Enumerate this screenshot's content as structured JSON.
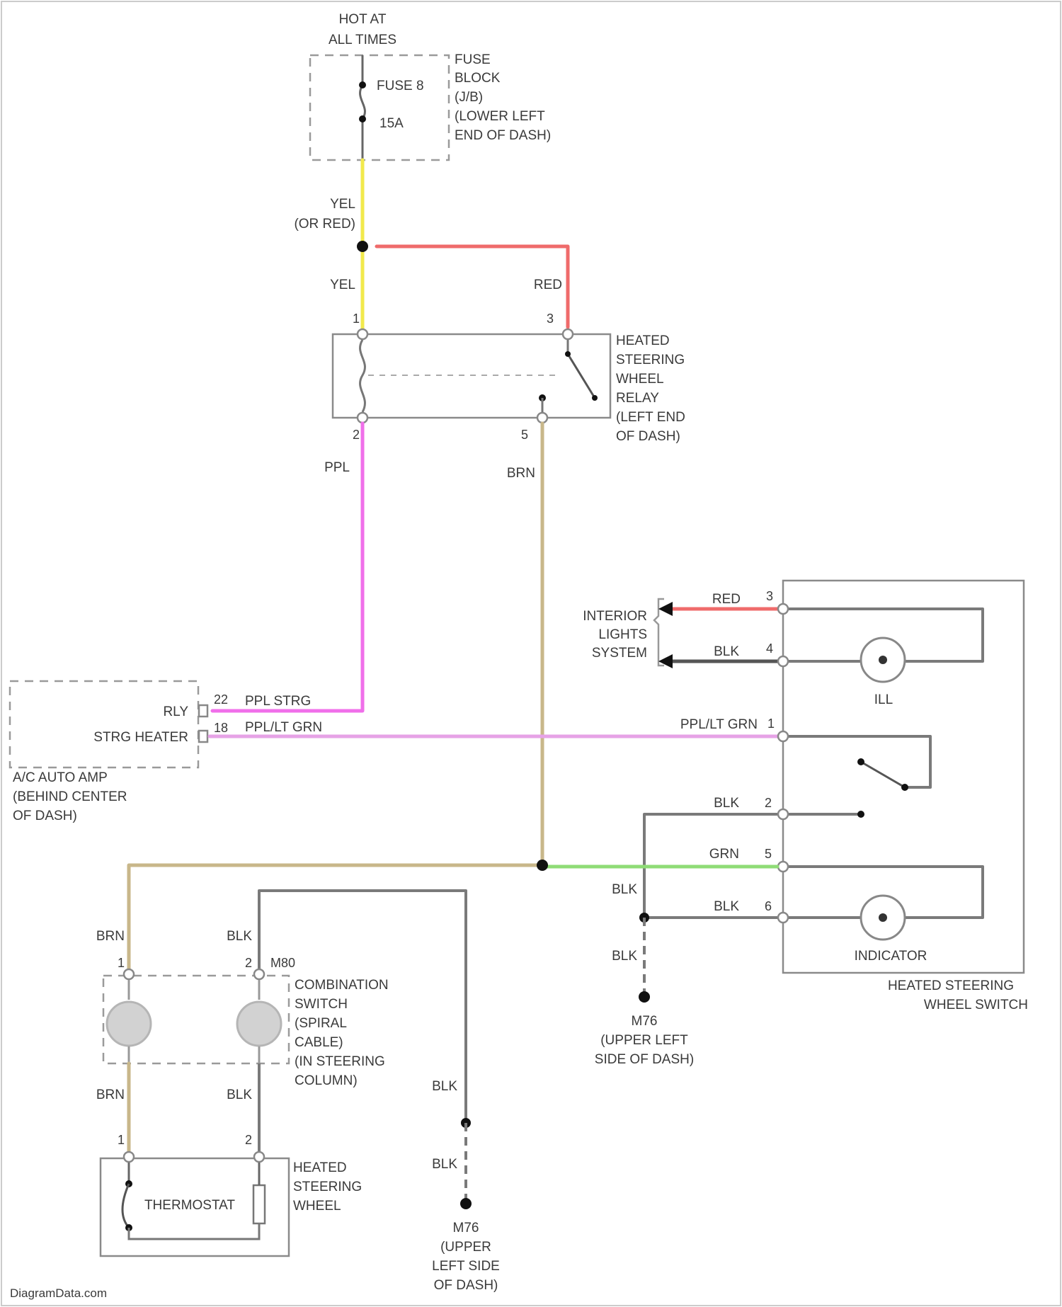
{
  "power_source": {
    "line1": "HOT AT",
    "line2": "ALL TIMES"
  },
  "fuse": {
    "name": "FUSE 8",
    "rating": "15A"
  },
  "fuse_block": {
    "lines": [
      "FUSE",
      "BLOCK",
      "(J/B)",
      "(LOWER LEFT",
      "END OF DASH)"
    ]
  },
  "wires": {
    "yel_or_red": {
      "line1": "YEL",
      "line2": "(OR RED)"
    },
    "yel": "YEL",
    "red": "RED",
    "ppl": "PPL",
    "brn": "BRN",
    "ppl_strg": "PPL STRG",
    "ppl_lt_grn": "PPL/LT GRN",
    "red_int": "RED",
    "blk_int": "BLK",
    "ppl_lt_grn_sw": "PPL/LT GRN",
    "blk_2": "BLK",
    "grn_5": "GRN",
    "blk_6": "BLK",
    "blk_splice": "BLK",
    "blk_ground": "BLK",
    "brn_left": "BRN",
    "blk_top": "BLK",
    "brn_lower": "BRN",
    "blk_lower": "BLK",
    "blk_right": "BLK",
    "blk_right2": "BLK"
  },
  "relay": {
    "lines": [
      "HEATED",
      "STEERING",
      "WHEEL",
      "RELAY",
      "(LEFT END",
      "OF DASH)"
    ],
    "pins": {
      "p1": "1",
      "p2": "2",
      "p3": "3",
      "p5": "5"
    }
  },
  "interior_lights": {
    "lines": [
      "INTERIOR",
      "LIGHTS",
      "SYSTEM"
    ]
  },
  "switch": {
    "lines": [
      "HEATED STEERING",
      "WHEEL SWITCH"
    ],
    "pins": {
      "p3": "3",
      "p4": "4",
      "p1": "1",
      "p2": "2",
      "p5": "5",
      "p6": "6"
    },
    "ill_label": "ILL",
    "indicator_label": "INDICATOR"
  },
  "ac_amp": {
    "rly": "RLY",
    "strg_heater": "STRG HEATER",
    "pin_a": "22",
    "pin_b": "18",
    "lines": [
      "A/C AUTO AMP",
      "(BEHIND CENTER",
      "OF DASH)"
    ]
  },
  "ground_1": {
    "id": "M76",
    "lines": [
      "(UPPER LEFT",
      "SIDE OF DASH)"
    ]
  },
  "ground_2": {
    "id": "M76",
    "lines": [
      "(UPPER",
      "LEFT SIDE",
      "OF DASH)"
    ]
  },
  "combination_switch": {
    "lines": [
      "COMBINATION",
      "SWITCH",
      "(SPIRAL",
      "CABLE)",
      "(IN STEERING",
      "COLUMN)"
    ],
    "pins": {
      "p1": "1",
      "p2": "2",
      "conn": "M80"
    }
  },
  "steering_wheel": {
    "lines": [
      "HEATED",
      "STEERING",
      "WHEEL"
    ],
    "thermostat": "THERMOSTAT",
    "pins": {
      "p1": "1",
      "p2": "2"
    }
  },
  "watermark": "DiagramData.com",
  "colors": {
    "yellow": "#f2e94c",
    "red": "#ef6b6b",
    "pink": "#f06fea",
    "light_pink": "#e6a2e6",
    "brown": "#c8b78a",
    "green": "#8fdc76",
    "gray": "#7a7a7a",
    "outline": "#8a8a8a"
  }
}
